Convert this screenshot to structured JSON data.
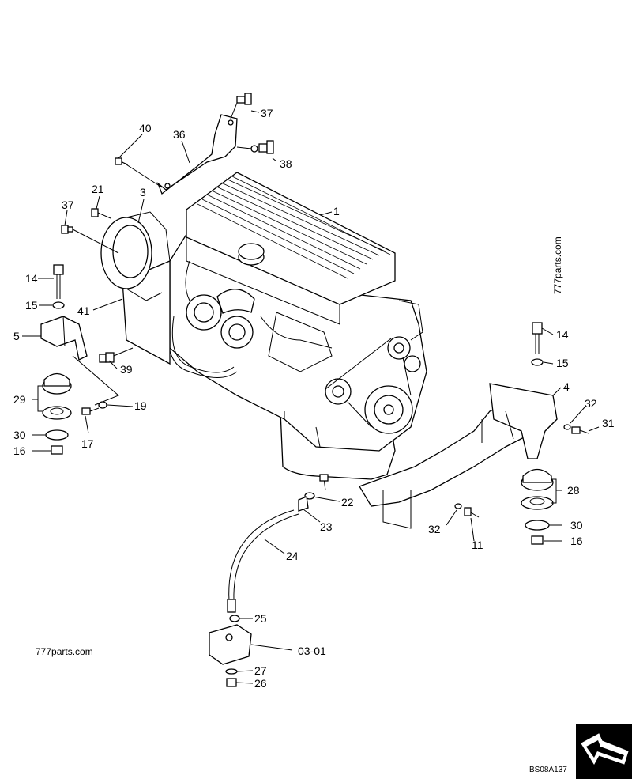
{
  "callouts": {
    "c1": "1",
    "c3": "3",
    "c4": "4",
    "c5": "5",
    "c11": "11",
    "c14a": "14",
    "c14b": "14",
    "c15a": "15",
    "c15b": "15",
    "c16a": "16",
    "c16b": "16",
    "c17": "17",
    "c19": "19",
    "c21": "21",
    "c22": "22",
    "c23": "23",
    "c24": "24",
    "c25": "25",
    "c26": "26",
    "c27": "27",
    "c28": "28",
    "c29": "29",
    "c30a": "30",
    "c30b": "30",
    "c31": "31",
    "c32a": "32",
    "c32b": "32",
    "c36": "36",
    "c37a": "37",
    "c37b": "37",
    "c38": "38",
    "c39": "39",
    "c40": "40",
    "c41": "41",
    "c0301": "03-01"
  },
  "watermarks": {
    "left": "777parts.com",
    "vertical": "777parts.com"
  },
  "drawing_code": "BS08A137",
  "icons": {
    "nav": "arrow-icon"
  }
}
